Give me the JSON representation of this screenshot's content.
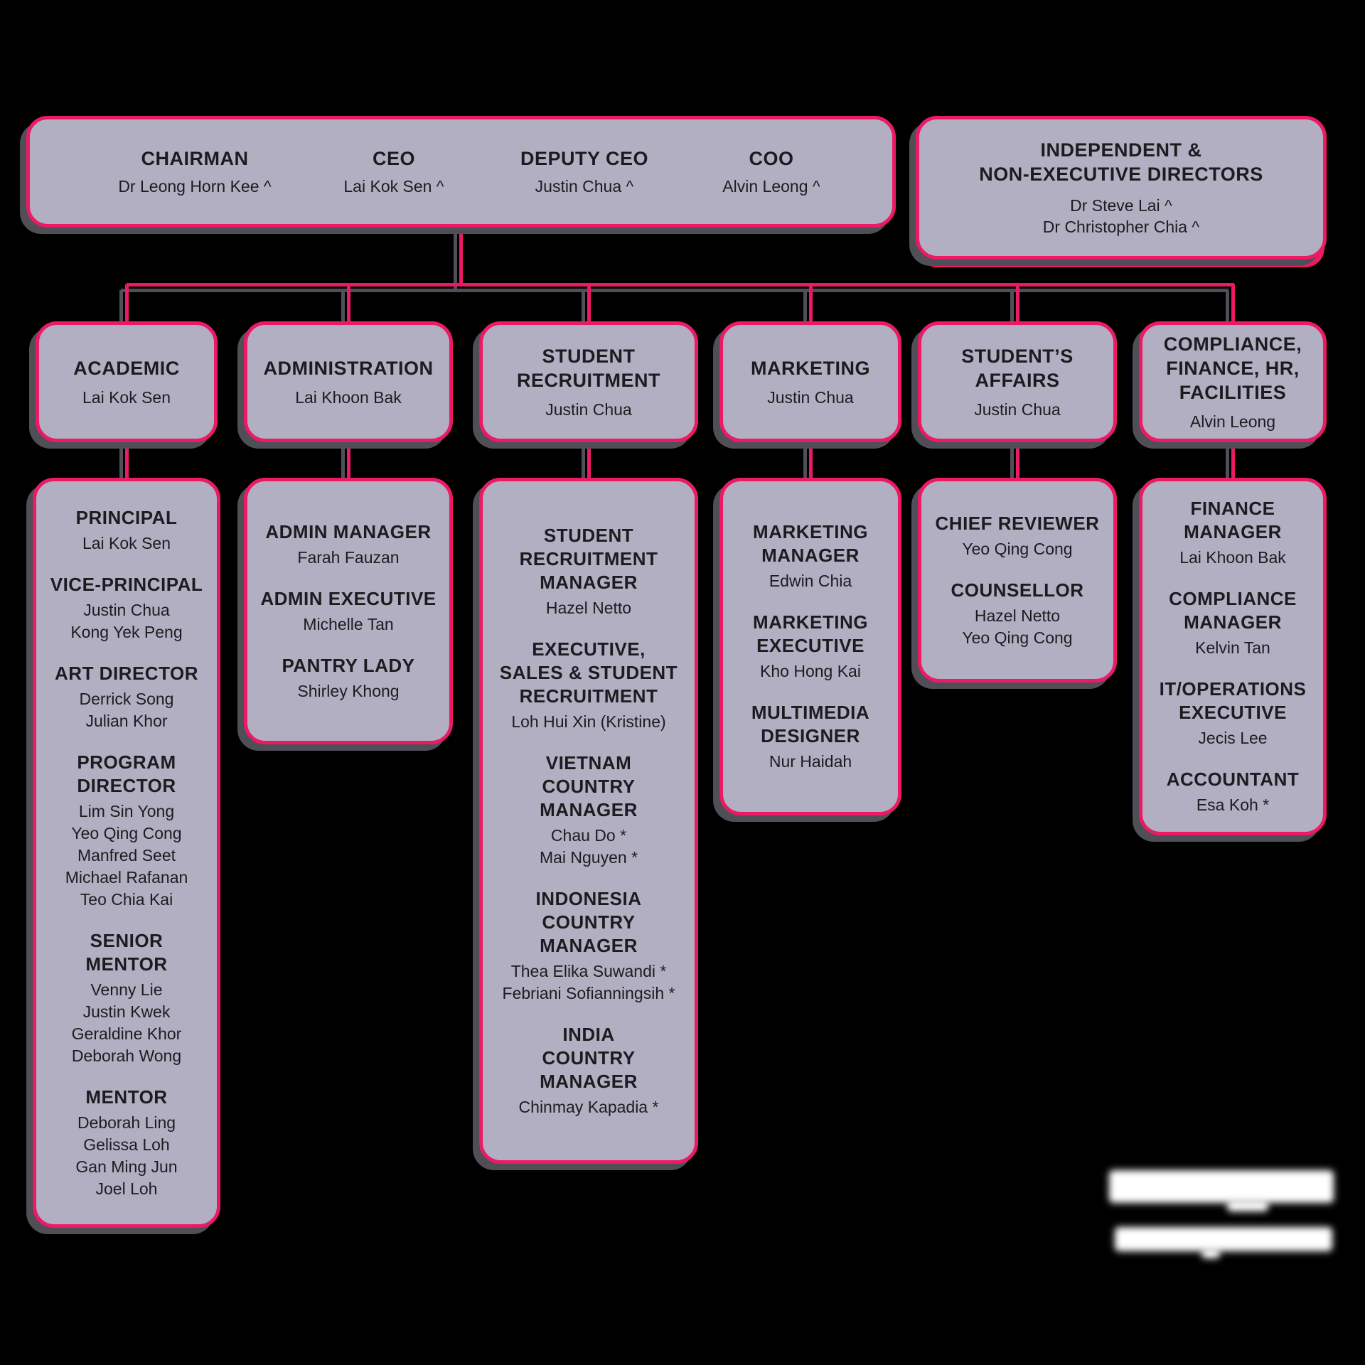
{
  "palette": {
    "background": "#000000",
    "box_fill": "#b1afc1",
    "accent_pink": "#ec1a64",
    "shadow_gray": "#504e56",
    "text": "#1c1c20",
    "legend_text_color": "#ffffff"
  },
  "executive_board": {
    "members": [
      {
        "title": "CHAIRMAN",
        "names": [
          "Dr Leong Horn Kee ^"
        ]
      },
      {
        "title": "CEO",
        "names": [
          "Lai Kok Sen ^"
        ]
      },
      {
        "title": "DEPUTY CEO",
        "names": [
          "Justin Chua ^"
        ]
      },
      {
        "title": "COO",
        "names": [
          "Alvin Leong ^"
        ]
      }
    ]
  },
  "independent_directors": {
    "title_lines": [
      "INDEPENDENT &",
      "NON-EXECUTIVE DIRECTORS"
    ],
    "names": [
      "Dr Steve Lai ^",
      "Dr Christopher Chia ^"
    ]
  },
  "departments": [
    {
      "title_lines": [
        "ACADEMIC"
      ],
      "head": "Lai Kok Sen",
      "roles": [
        {
          "title_lines": [
            "PRINCIPAL"
          ],
          "names": [
            "Lai Kok Sen"
          ]
        },
        {
          "title_lines": [
            "VICE-PRINCIPAL"
          ],
          "names": [
            "Justin Chua",
            "Kong Yek Peng"
          ]
        },
        {
          "title_lines": [
            "ART DIRECTOR"
          ],
          "names": [
            "Derrick Song",
            "Julian Khor"
          ]
        },
        {
          "title_lines": [
            "PROGRAM",
            "DIRECTOR"
          ],
          "names": [
            "Lim Sin Yong",
            "Yeo Qing Cong",
            "Manfred Seet",
            "Michael Rafanan",
            "Teo Chia Kai"
          ]
        },
        {
          "title_lines": [
            "SENIOR",
            "MENTOR"
          ],
          "names": [
            "Venny Lie",
            "Justin Kwek",
            "Geraldine Khor",
            "Deborah Wong"
          ]
        },
        {
          "title_lines": [
            "MENTOR"
          ],
          "names": [
            "Deborah Ling",
            "Gelissa Loh",
            "Gan Ming Jun",
            "Joel Loh"
          ]
        }
      ]
    },
    {
      "title_lines": [
        "ADMINISTRATION"
      ],
      "head": "Lai Khoon Bak",
      "roles": [
        {
          "title_lines": [
            "ADMIN MANAGER"
          ],
          "names": [
            "Farah Fauzan"
          ]
        },
        {
          "title_lines": [
            "ADMIN EXECUTIVE"
          ],
          "names": [
            "Michelle Tan"
          ]
        },
        {
          "title_lines": [
            "PANTRY LADY"
          ],
          "names": [
            "Shirley Khong"
          ]
        }
      ]
    },
    {
      "title_lines": [
        "STUDENT",
        "RECRUITMENT"
      ],
      "head": "Justin Chua",
      "roles": [
        {
          "title_lines": [
            "STUDENT",
            "RECRUITMENT",
            "MANAGER"
          ],
          "names": [
            "Hazel Netto"
          ]
        },
        {
          "title_lines": [
            "EXECUTIVE,",
            "SALES & STUDENT",
            "RECRUITMENT"
          ],
          "names": [
            "Loh Hui Xin (Kristine)"
          ]
        },
        {
          "title_lines": [
            "VIETNAM",
            "COUNTRY",
            "MANAGER"
          ],
          "names": [
            "Chau Do *",
            "Mai Nguyen *"
          ]
        },
        {
          "title_lines": [
            "INDONESIA",
            "COUNTRY",
            "MANAGER"
          ],
          "names": [
            "Thea Elika Suwandi *",
            "Febriani Sofianningsih *"
          ]
        },
        {
          "title_lines": [
            "INDIA",
            "COUNTRY",
            "MANAGER"
          ],
          "names": [
            "Chinmay Kapadia *"
          ]
        }
      ]
    },
    {
      "title_lines": [
        "MARKETING"
      ],
      "head": "Justin Chua",
      "roles": [
        {
          "title_lines": [
            "MARKETING",
            "MANAGER"
          ],
          "names": [
            "Edwin Chia"
          ]
        },
        {
          "title_lines": [
            "MARKETING",
            "EXECUTIVE"
          ],
          "names": [
            "Kho Hong Kai"
          ]
        },
        {
          "title_lines": [
            "MULTIMEDIA",
            "DESIGNER"
          ],
          "names": [
            "Nur Haidah"
          ]
        }
      ]
    },
    {
      "title_lines": [
        "STUDENT’S",
        "AFFAIRS"
      ],
      "head": "Justin Chua",
      "roles": [
        {
          "title_lines": [
            "CHIEF REVIEWER"
          ],
          "names": [
            "Yeo Qing Cong"
          ]
        },
        {
          "title_lines": [
            "COUNSELLOR"
          ],
          "names": [
            "Hazel Netto",
            "Yeo Qing Cong"
          ]
        }
      ]
    },
    {
      "title_lines": [
        "COMPLIANCE,",
        "FINANCE, HR,",
        "FACILITIES"
      ],
      "head": "Alvin Leong",
      "roles": [
        {
          "title_lines": [
            "FINANCE",
            "MANAGER"
          ],
          "names": [
            "Lai Khoon Bak"
          ]
        },
        {
          "title_lines": [
            "COMPLIANCE",
            "MANAGER"
          ],
          "names": [
            "Kelvin Tan"
          ]
        },
        {
          "title_lines": [
            "IT/OPERATIONS",
            "EXECUTIVE"
          ],
          "names": [
            "Jecis Lee"
          ]
        },
        {
          "title_lines": [
            "ACCOUNTANT"
          ],
          "names": [
            "Esa Koh *"
          ]
        }
      ]
    }
  ],
  "legend": {
    "redacted_lines": 2
  }
}
